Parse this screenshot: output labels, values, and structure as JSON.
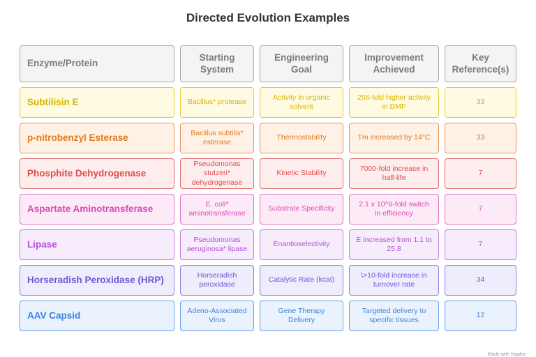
{
  "title": "Directed Evolution Examples",
  "headers": [
    "Enzyme/Protein",
    "Starting System",
    "Engineering Goal",
    "Improvement Achieved",
    "Key Reference(s)"
  ],
  "rows": [
    {
      "cells": [
        "Subtilisin E",
        "Bacillus* protease",
        "Activity in organic solvent",
        "256-fold higher activity in DMF",
        "33"
      ],
      "colors": {
        "text": "#d4b400",
        "border": "#e8cc2e",
        "bg": "#fffbe3"
      }
    },
    {
      "cells": [
        "p-nitrobenzyl Esterase",
        "Bacillus subtilis* esterase",
        "Thermostability",
        "Tm increased by 14°C",
        "33"
      ],
      "colors": {
        "text": "#e07a1f",
        "border": "#e8955a",
        "bg": "#fff1e6"
      }
    },
    {
      "cells": [
        "Phosphite Dehydrogenase",
        "Pseudomonas stutzeri* dehydrogenase",
        "Kinetic Stability",
        "7000-fold increase in half-life",
        "7"
      ],
      "colors": {
        "text": "#de4d4d",
        "border": "#e56b6b",
        "bg": "#feeded"
      }
    },
    {
      "cells": [
        "Aspartate Aminotransferase",
        "E. coli* aminotransferase",
        "Substrate Specificity",
        "2.1 x 10^6-fold switch in efficiency",
        "7"
      ],
      "colors": {
        "text": "#d94ab5",
        "border": "#df72c7",
        "bg": "#fdeaf7"
      }
    },
    {
      "cells": [
        "Lipase",
        "Pseudomonas aeruginosa* lipase",
        "Enantioselectivity",
        "E increased from 1.1 to 25.8",
        "7"
      ],
      "colors": {
        "text": "#b34fd8",
        "border": "#c57ce0",
        "bg": "#f7ecfc"
      }
    },
    {
      "cells": [
        "Horseradish Peroxidase (HRP)",
        "Horseradish peroxidase",
        "Catalytic Rate (kcat)",
        "\\>10-fold increase in turnover rate",
        "34"
      ],
      "colors": {
        "text": "#6a5ad6",
        "border": "#8b80e0",
        "bg": "#efedfc"
      }
    },
    {
      "cells": [
        "AAV Capsid",
        "Adeno-Associated Virus",
        "Gene Therapy Delivery",
        "Targeted delivery to specific tissues",
        "12"
      ],
      "colors": {
        "text": "#3f82dd",
        "border": "#6a9fe6",
        "bg": "#e9f2fd"
      }
    }
  ],
  "watermark": "Made with Napkin"
}
